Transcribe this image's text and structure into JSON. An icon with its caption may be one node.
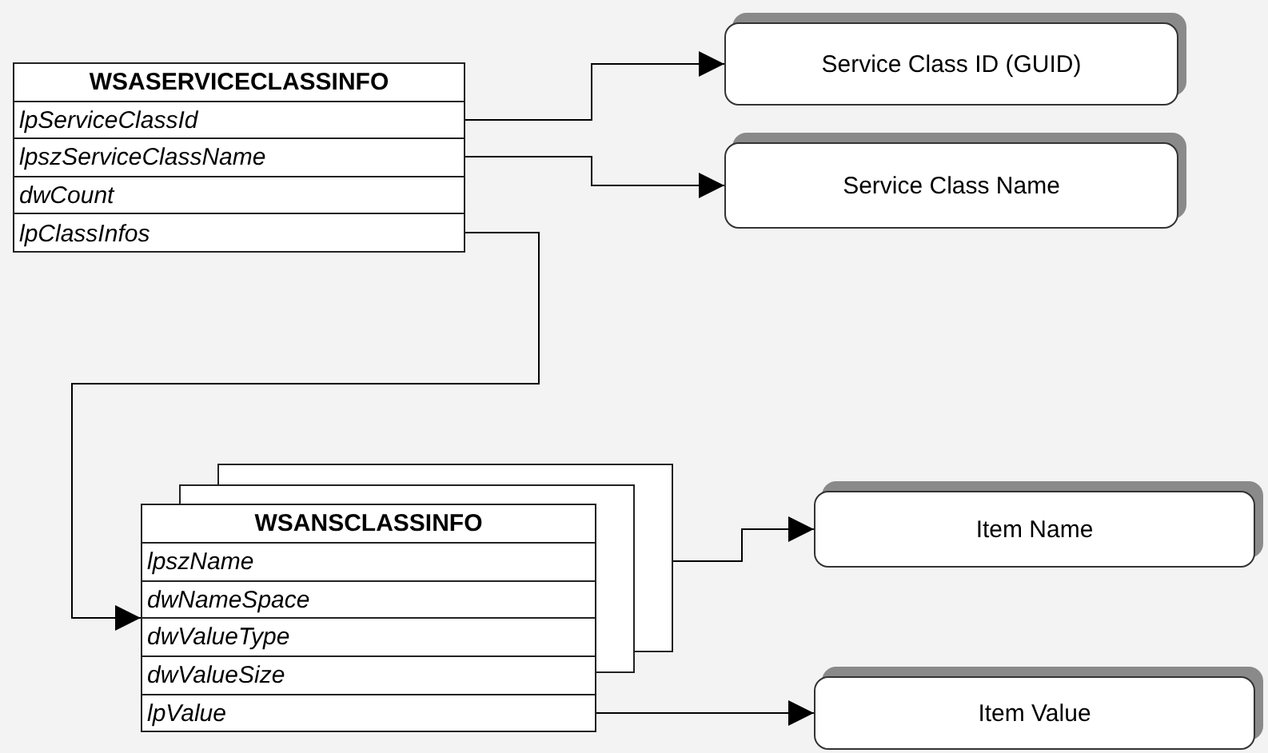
{
  "diagram": {
    "nodes": [
      {
        "text": [
          "WSASERVICECLASSINFO"
        ]
      },
      {
        "text": [
          "lpServiceClassId"
        ],
        "in": 0
      },
      {
        "text": [
          "lpszServiceClassName"
        ],
        "in": 0
      },
      {
        "text": [
          "dwCount"
        ],
        "in": 0
      },
      {
        "text": [
          "lpClassInfos"
        ],
        "in": 0
      },
      {
        "text": [
          "Service Class ID (GUID)"
        ]
      },
      {
        "text": [
          "Service Class Name"
        ]
      },
      {
        "text": [
          "WSANSCLASSINFO"
        ]
      },
      {
        "text": [
          "lpszName"
        ],
        "in": 7
      },
      {
        "text": [
          "dwNameSpace"
        ],
        "in": 7
      },
      {
        "text": [
          "dwValueType"
        ],
        "in": 7
      },
      {
        "text": [
          "dwValueSize"
        ],
        "in": 7
      },
      {
        "text": [
          "lpValue"
        ],
        "in": 7
      },
      {
        "text": [
          "Item Name"
        ]
      },
      {
        "text": [
          "Item Value"
        ]
      }
    ],
    "edges": [
      {
        "from": 1,
        "to": 5,
        "arrow": "to"
      },
      {
        "from": 2,
        "to": 6,
        "arrow": "to"
      },
      {
        "from": 4,
        "to": 7,
        "arrow": "to"
      },
      {
        "from": 8,
        "to": 13,
        "arrow": "to"
      },
      {
        "from": 12,
        "to": 14,
        "arrow": "to"
      }
    ]
  }
}
